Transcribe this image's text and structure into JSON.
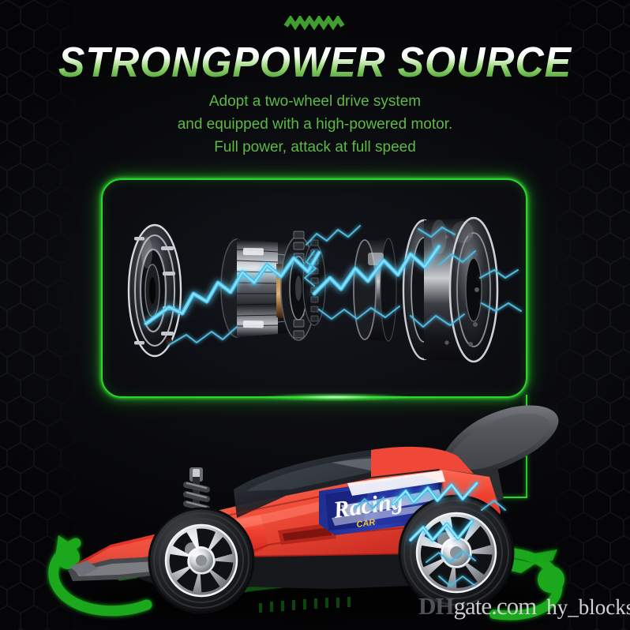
{
  "page": {
    "background_color": "#050507",
    "accent_green": "#2bd62b",
    "text_green": "#5cb946",
    "electric_blue": "#3fc3f0"
  },
  "ornament": {
    "name": "zigzag-wave",
    "peaks": 6,
    "color": "#3f9e2f"
  },
  "headline": {
    "word1": "STRONG",
    "word2": "POWER",
    "word3": "SOURCE",
    "gradient_top": "#ffffff",
    "gradient_bottom": "#2f7a1f"
  },
  "subcopy": {
    "line1": "Adopt a two-wheel drive system",
    "line2": "and equipped with a high-powered motor.",
    "line3": "Full power, attack at full speed"
  },
  "diagram": {
    "label": "exploded-motor-assembly",
    "frame_color": "#2bd62b",
    "parts": [
      "wheel-hub-disc",
      "motor-stator-coil",
      "drive-gear",
      "spacer-ring",
      "wheel-rim"
    ],
    "effect": "blue-electric-arc"
  },
  "product": {
    "label": "rc-racing-car",
    "body_color": "#e8372c",
    "decal_text": "Racing",
    "spoiler_color": "#4a4a4c",
    "wheel_style": "chrome-spoke",
    "motion_effect_color": "#1fa81f"
  },
  "watermark": {
    "brand_bold": "DH",
    "brand_rest": "gate.com",
    "username": "hy_blocks"
  }
}
